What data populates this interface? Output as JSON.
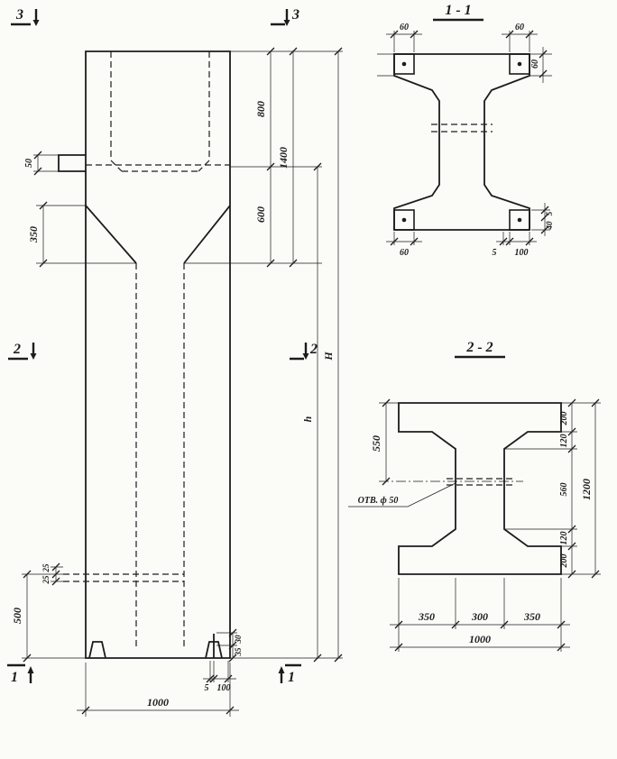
{
  "elevation": {
    "marks": {
      "m3": "3",
      "m2": "2",
      "m1": "1"
    },
    "dims": {
      "d800": "800",
      "d600": "600",
      "d1400": "1400",
      "dH": "H",
      "dh": "h",
      "d50": "50",
      "d350": "350",
      "d25a": "25",
      "d25b": "25",
      "d500": "500",
      "d1000": "1000",
      "d5": "5",
      "d100": "100",
      "d30": "30",
      "d35": "35"
    }
  },
  "section11": {
    "title": "1 - 1",
    "dims": {
      "tl60": "60",
      "tr60": "60",
      "r60": "60",
      "bl60": "60",
      "b5": "5",
      "b100": "100",
      "rb5": "5",
      "rb40": "40"
    }
  },
  "section22": {
    "title": "2 - 2",
    "hole_label": "ОТВ. ф 50",
    "dims": {
      "d550": "550",
      "t200": "200",
      "t120": "120",
      "d560": "560",
      "b120": "120",
      "b200": "200",
      "d1200": "1200",
      "bl350": "350",
      "b300": "300",
      "br350": "350",
      "b1000": "1000"
    }
  }
}
